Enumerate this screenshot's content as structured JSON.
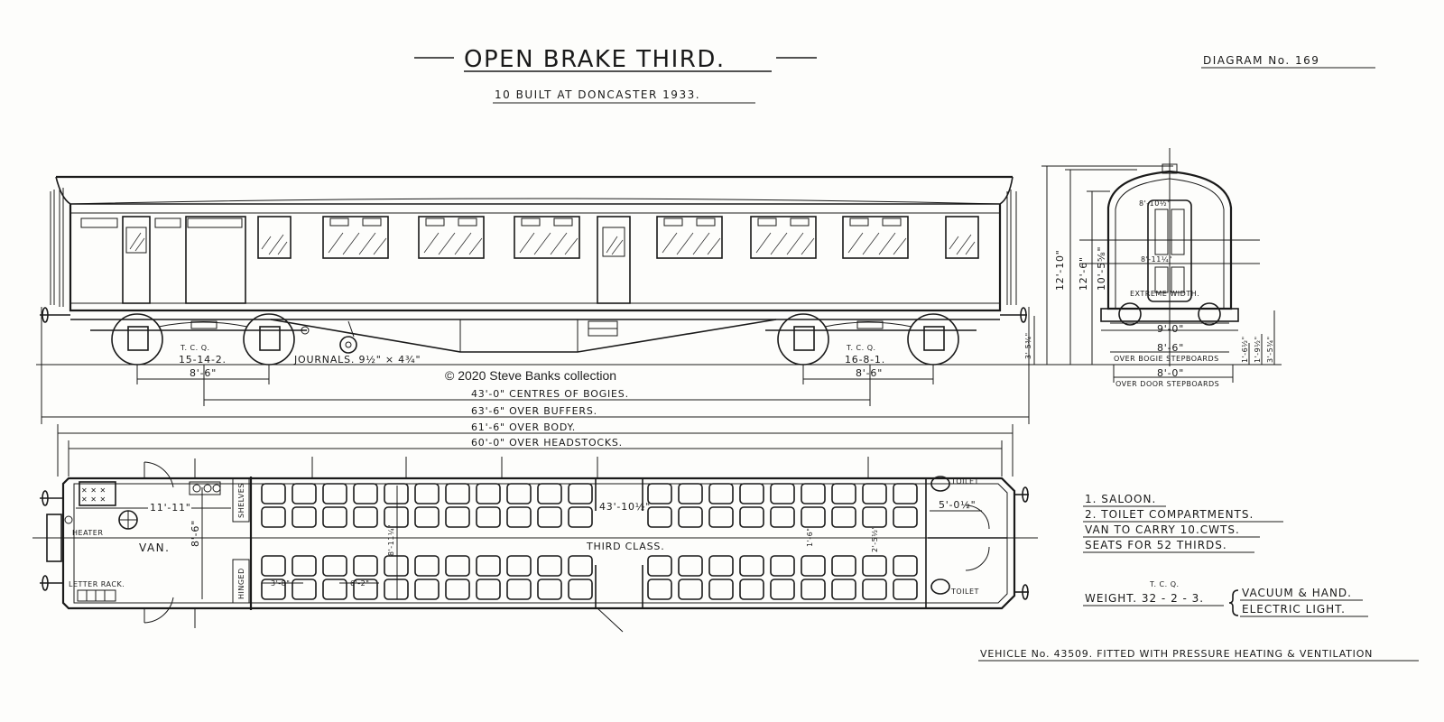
{
  "header": {
    "title": "OPEN BRAKE THIRD.",
    "subtitle": "10 BUILT AT DONCASTER 1933.",
    "diagram_no": "DIAGRAM No. 169"
  },
  "side_elevation": {
    "bogie_left_weight": "15-14-2.",
    "bogie_left_tcq": "T. C. Q.",
    "journals": "JOURNALS. 9½\" × 4¾\"",
    "bogie_right_weight": "16-8-1.",
    "bogie_right_tcq": "T. C. Q.",
    "wheelbase_left": "8'-6\"",
    "wheelbase_right": "8'-6\"",
    "height_rail": "3'-5¾\""
  },
  "copyright": "© 2020 Steve Banks collection",
  "dimensions": {
    "centres_of_bogies": "43'-0\" CENTRES OF BOGIES.",
    "over_buffers": "63'-6\" OVER BUFFERS.",
    "over_body": "61'-6\" OVER BODY.",
    "over_headstocks": "60'-0\" OVER HEADSTOCKS."
  },
  "end_elevation": {
    "h1": "12'-10\"",
    "h2": "12'-6\"",
    "h3": "10'-5⅝\"",
    "width_top": "8'-10½\"",
    "width_mid": "8'-11¼\"",
    "extreme_width": "EXTREME WIDTH.",
    "w_9_0": "9'-0\"",
    "w_8_6": "8'-6\"",
    "bogie_stepboards": "OVER BOGIE STEPBOARDS",
    "w_8_0": "8'-0\"",
    "door_stepboards": "OVER DOOR STEPBOARDS",
    "h_step1": "1'-6½\"",
    "h_step2": "1'-9½\"",
    "h_step3": "3'-5¾\""
  },
  "plan": {
    "van": "VAN.",
    "heater": "HEATER",
    "letter_rack": "LETTER RACK.",
    "shelves": "SHELVES",
    "hinged": "HINGED",
    "third_class": "THIRD CLASS.",
    "toilet_top": "TOILET",
    "toilet_bottom": "TOILET",
    "van_length": "11'-11\"",
    "van_width": "8'-6\"",
    "saloon_length": "43'-10½\"",
    "toilet_length": "5'-0½\"",
    "seat_pitch_a": "3'-8\"",
    "seat_pitch_b": "6'-2\"",
    "aisle_width": "8'-11¼\"",
    "seat_depth_a": "1'-6\"",
    "seat_depth_b": "2'-5½\""
  },
  "notes": {
    "n1": "1. SALOON.",
    "n2": "2. TOILET COMPARTMENTS.",
    "n3": "VAN TO CARRY 10.CWTS.",
    "n4": "SEATS FOR 52 THIRDS.",
    "weight_tcq": "T. C. Q.",
    "weight": "WEIGHT. 32 - 2 - 3.",
    "brake": "VACUUM & HAND.",
    "light": "ELECTRIC LIGHT."
  },
  "footer": {
    "vehicle": "VEHICLE No. 43509. FITTED WITH PRESSURE HEATING & VENTILATION"
  }
}
